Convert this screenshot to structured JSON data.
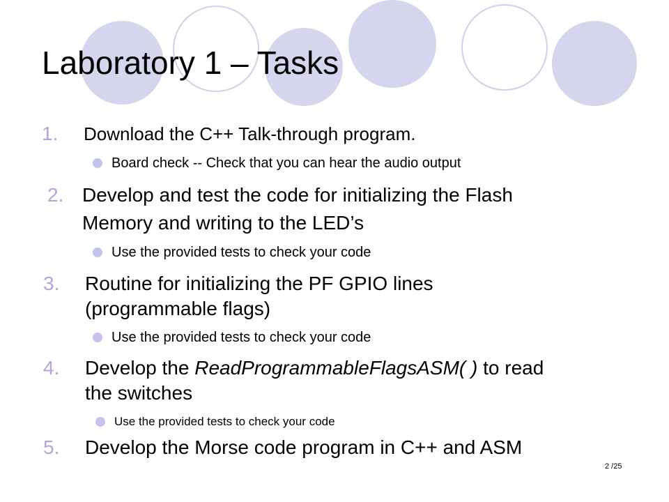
{
  "slide": {
    "title": "Laboratory 1 – Tasks",
    "items": [
      {
        "number": "1.",
        "text": "Download the C++ Talk-through program.",
        "sub": "Board check -- Check that you can hear the audio output"
      },
      {
        "number": "2.",
        "line1": "Develop and test the code for initializing the Flash",
        "line2": "Memory and writing to the LED’s",
        "sub": "Use the provided tests to check your code"
      },
      {
        "number": "3.",
        "line1": "Routine for initializing the PF GPIO lines",
        "line2": "(programmable flags)",
        "sub": "Use the provided tests to check your code"
      },
      {
        "number": "4.",
        "line1_pre": "Develop the ",
        "line1_italic": "ReadProgrammableFlagsASM( )",
        "line1_post": " to read",
        "line2": "the switches",
        "sub": "Use the provided tests to check your code"
      },
      {
        "number": "5.",
        "text": "Develop the Morse code program in C++ and ASM"
      }
    ],
    "page_number": "2 /25",
    "colors": {
      "circle_fill": "#d5d5ee",
      "circle_outline": "#d0d0ea",
      "number_color": "#a8a8dc",
      "bullet_color": "#c4c4ea"
    }
  }
}
